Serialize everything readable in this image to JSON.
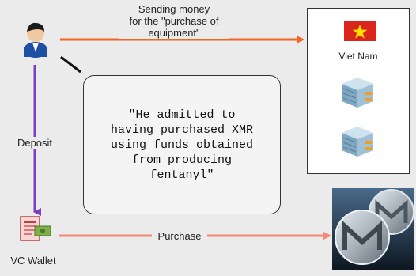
{
  "edges": {
    "send_label": "Sending money\nfor the \"purchase of\nequipment\"",
    "deposit_label": "Deposit",
    "purchase_label": "Purchase"
  },
  "quote": {
    "text": "\"He admitted to\nhaving purchased XMR\nusing funds obtained\nfrom producing\nfentanyl\""
  },
  "server_panel": {
    "country": "Viet Nam"
  },
  "wallet": {
    "label": "VC Wallet"
  },
  "colors": {
    "send_arrow": "#f26522",
    "deposit_arrow": "#7a3fc4",
    "purchase_arrow": "#f4887a",
    "flag_red": "#da251d",
    "flag_star": "#ffde00"
  },
  "icons": [
    "user-icon",
    "vietnam-flag-icon",
    "server-icon",
    "wallet-icon",
    "monero-coin-icon"
  ]
}
